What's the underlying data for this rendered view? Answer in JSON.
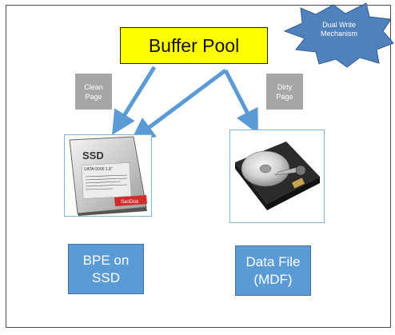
{
  "diagram": {
    "buffer_pool": "Buffer Pool",
    "burst_line1": "Dual Write",
    "burst_line2": "Mechanism",
    "clean_line1": "Clean",
    "clean_line2": "Page",
    "dirty_line1": "Dirty",
    "dirty_line2": "Page",
    "bpe_line1": "BPE on",
    "bpe_line2": "SSD",
    "data_line1": "Data File",
    "data_line2": "(MDF)",
    "ssd_brand": "SSD",
    "ssd_model": "UATA-5000 1.8\"",
    "ssd_maker": "SanDisk"
  },
  "colors": {
    "buffer_fill": "#ffff00",
    "label_gray": "#a6a6a6",
    "accent_blue": "#5b9bd5",
    "burst_blue": "#4f81bd"
  }
}
